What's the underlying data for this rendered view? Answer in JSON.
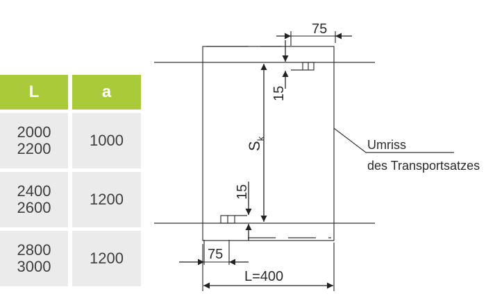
{
  "table": {
    "headers": {
      "length": "L",
      "distance": "a"
    },
    "rows": [
      {
        "lengths": [
          "2000",
          "2200"
        ],
        "a": "1000"
      },
      {
        "lengths": [
          "2400",
          "2600"
        ],
        "a": "1200"
      },
      {
        "lengths": [
          "2800",
          "3000"
        ],
        "a": "1200"
      }
    ]
  },
  "drawing": {
    "dim_top_75": "75",
    "dim_top_15": "15",
    "dim_sk_main": "S",
    "dim_sk_sub": "k",
    "dim_bottom_15": "15",
    "dim_bottom_75": "75",
    "dim_width": "L=400",
    "callout_line1": "Umriss",
    "callout_line2": "des Transportsatzes"
  },
  "colors": {
    "header_bg": "#a9cb3a",
    "cell_bg": "#ebebeb",
    "line": "#333333"
  }
}
